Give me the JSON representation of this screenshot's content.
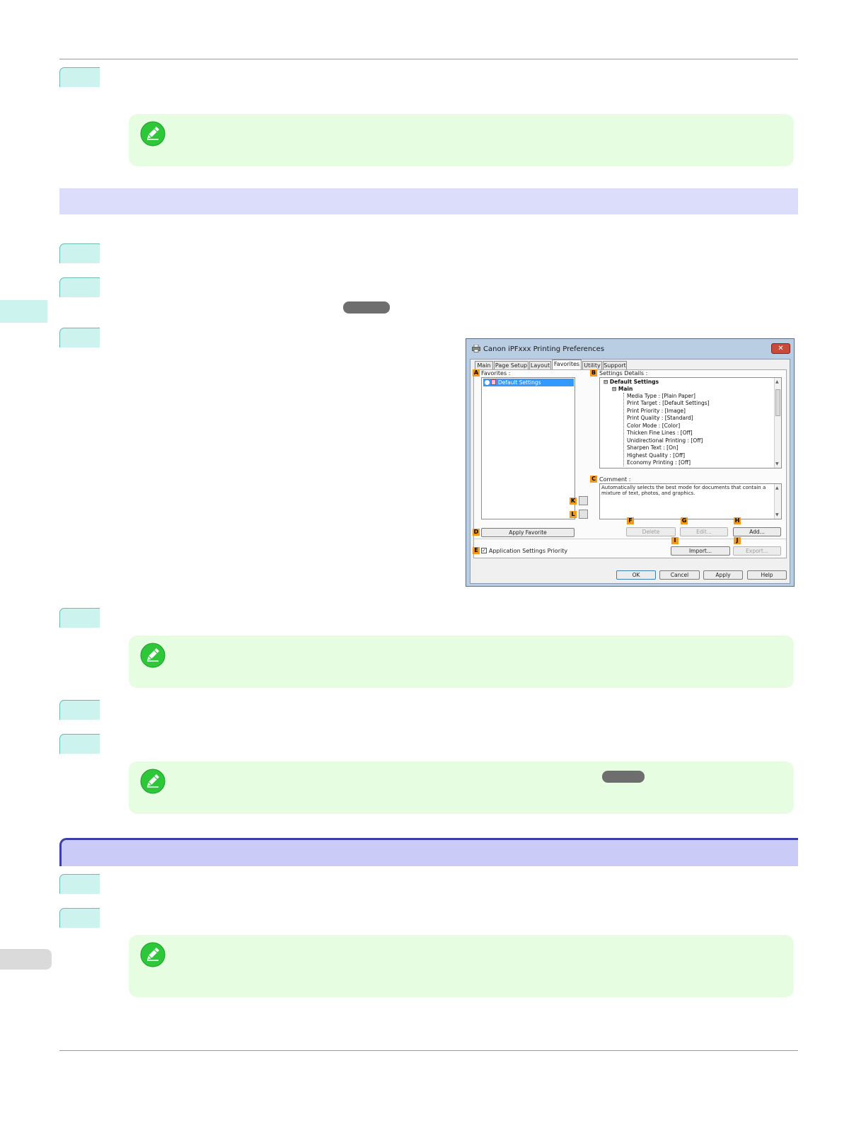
{
  "dialog": {
    "title": "Canon iPFxxx Printing Preferences",
    "close_glyph": "✕",
    "tabs": [
      "Main",
      "Page Setup",
      "Layout",
      "Favorites",
      "Utility",
      "Support"
    ],
    "active_tab": "Favorites",
    "favorites_label": "Favorites :",
    "favorites_items": [
      "Default Settings"
    ],
    "settings_details_label": "Settings Details :",
    "settings_tree": {
      "root": "Default Settings",
      "group": "Main",
      "items": [
        "Media Type : [Plain Paper]",
        "Print Target : [Default Settings]",
        "Print Priority : [Image]",
        "Print Quality : [Standard]",
        "Color Mode : [Color]",
        "Thicken Fine Lines : [Off]",
        "Unidirectional Printing : [Off]",
        "Sharpen Text : [On]",
        "Highest Quality : [Off]",
        "Economy Printing : [Off]"
      ]
    },
    "comment_label": "Comment :",
    "comment_text": "Automatically selects the best mode for documents that contain a mixture of text, photos, and graphics.",
    "buttons": {
      "apply_favorite": "Apply Favorite",
      "delete": "Delete",
      "edit": "Edit...",
      "add": "Add...",
      "import": "Import...",
      "export": "Export...",
      "ok": "OK",
      "cancel": "Cancel",
      "apply": "Apply",
      "help": "Help"
    },
    "app_priority_label": "Application Settings Priority",
    "app_priority_checked": true,
    "check_glyph": "✓",
    "markers": {
      "A": "A",
      "B": "B",
      "C": "C",
      "D": "D",
      "E": "E",
      "F": "F",
      "G": "G",
      "H": "H",
      "I": "I",
      "J": "J",
      "K": "K",
      "L": "L"
    }
  },
  "colors": {
    "step_box": "#cdf3ef",
    "note_bg": "#e6fde2",
    "section_bar": "#dcdcfb",
    "section_bar_dark": "#cbcbf8",
    "marker_badge": "#f39a1d"
  },
  "icons": {
    "note": "pencil-note-icon",
    "printer": "printer-icon"
  }
}
